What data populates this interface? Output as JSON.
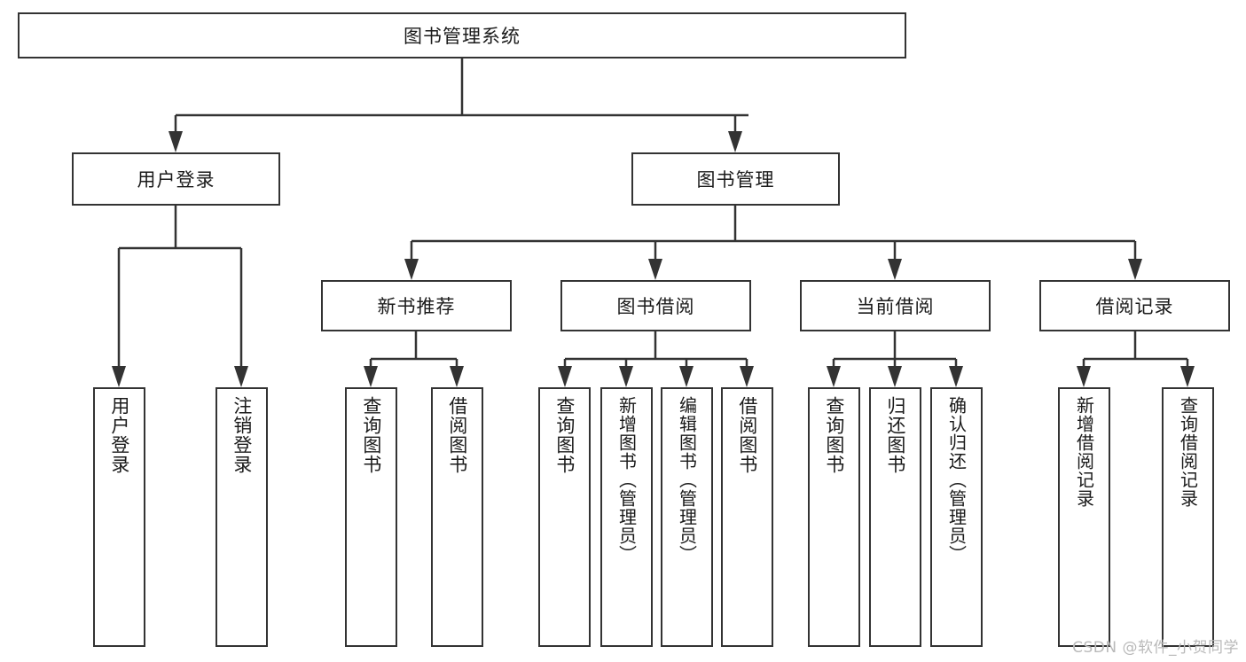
{
  "diagram": {
    "title": "图书管理系统",
    "type": "tree-hierarchy-functional-structure",
    "root": {
      "label": "图书管理系统"
    },
    "level2": [
      {
        "label": "用户登录"
      },
      {
        "label": "图书管理"
      }
    ],
    "level3": [
      {
        "label": "新书推荐"
      },
      {
        "label": "图书借阅"
      },
      {
        "label": "当前借阅"
      },
      {
        "label": "借阅记录"
      }
    ],
    "leaves": {
      "user_login": [
        {
          "label": "用户登录"
        },
        {
          "label": "注销登录"
        }
      ],
      "new_book_recommend": [
        {
          "label": "查询图书"
        },
        {
          "label": "借阅图书"
        }
      ],
      "book_borrow": [
        {
          "label": "查询图书"
        },
        {
          "label": "新增图书（管理员）"
        },
        {
          "label": "编辑图书（管理员）"
        },
        {
          "label": "借阅图书"
        }
      ],
      "current_borrow": [
        {
          "label": "查询图书"
        },
        {
          "label": "归还图书"
        },
        {
          "label": "确认归还（管理员）"
        }
      ],
      "borrow_record": [
        {
          "label": "新增借阅记录"
        },
        {
          "label": "查询借阅记录"
        }
      ]
    }
  },
  "watermark": {
    "text": "CSDN @软件_小贺同学"
  },
  "colors": {
    "border": "#333333",
    "background": "#ffffff",
    "text": "#1a1a1a",
    "watermark": "#b9b9b9"
  }
}
